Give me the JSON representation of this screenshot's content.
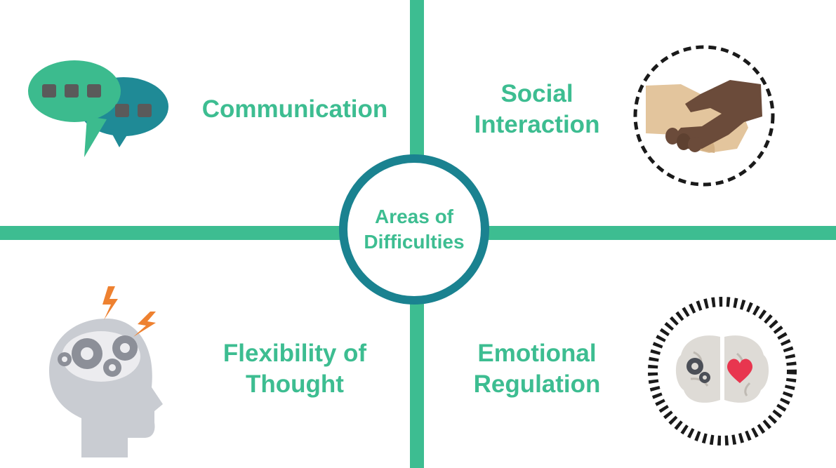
{
  "center": {
    "line1": "Areas of",
    "line2": "Difficulties"
  },
  "quadrants": [
    {
      "lines": [
        "Communication"
      ],
      "icon": "speech-bubbles-icon"
    },
    {
      "lines": [
        "Social",
        "Interaction"
      ],
      "icon": "handshake-icon"
    },
    {
      "lines": [
        "Flexibility of",
        "Thought"
      ],
      "icon": "head-gears-icon"
    },
    {
      "lines": [
        "Emotional",
        "Regulation"
      ],
      "icon": "brain-heart-icon"
    }
  ],
  "colors": {
    "green": "#3dbd91",
    "teal": "#1a8290",
    "bubble_green": "#3cbb8e",
    "bubble_teal": "#1f8a96",
    "dots": "#5a5a5a",
    "skin_light": "#e3c59d",
    "skin_dark": "#6b4b3a",
    "head_gray": "#c9ccd2",
    "bolt": "#ee8130",
    "heart": "#e8364f"
  }
}
